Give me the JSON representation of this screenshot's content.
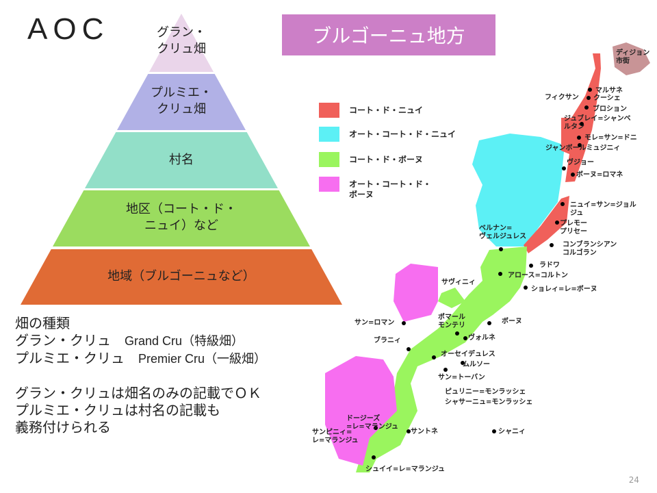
{
  "title": "AOC",
  "region_title": "ブルゴーニュ地方",
  "pyramid": [
    {
      "label": "グラン・\nクリュ畑",
      "color": "#ead5ea"
    },
    {
      "label": "プルミエ・\nクリュ畑",
      "color": "#b1b1e6"
    },
    {
      "label": "村名",
      "color": "#92dfc8"
    },
    {
      "label": "地区（コート・ド・\nニュイ）など",
      "color": "#9bdc5f"
    },
    {
      "label": "地域（ブルゴーニュなど）",
      "color": "#e06b35"
    }
  ],
  "notes": {
    "heading": "畑の種類",
    "grand_ja": "グラン・クリュ",
    "grand_en": "Grand Cru（特級畑）",
    "premier_ja": "プルミエ・クリュ",
    "premier_en": "Premier Cru（一級畑）",
    "line1": "グラン・クリュは畑名のみの記載でＯＫ",
    "line2": "プルミエ・クリュは村名の記載も",
    "line3": "義務付けられる"
  },
  "legend": [
    {
      "label": "コート・ド・ニュイ",
      "color": "#f0605a"
    },
    {
      "label": "オート・コート・ド・ニュイ",
      "color": "#5cf0f5"
    },
    {
      "label": "コート・ド・ボーヌ",
      "color": "#9af55e"
    },
    {
      "label": "オート・コート・ド・\nボーヌ",
      "color": "#f76ef0"
    }
  ],
  "map_labels": [
    "ディジョン\n市街",
    "マルサネ",
    "フィクサン",
    "クーシェ",
    "ブロション",
    "ジュブレイ=シャンベ\nルタン",
    "モレ=サン=ドニ",
    "ジャンボールミュジニィ",
    "ヴジョー",
    "ボーヌ=ロマネ",
    "ニュイ=サン=ジョル\nジュ",
    "プレモー\nプリセー",
    "ベルナン=\nヴェルジュレス",
    "コンブランシアン\nコルゴラン",
    "ラドワ",
    "アロース=コルトン",
    "サヴィニィ",
    "ショレィ=レ=ボーヌ",
    "サン=ロマン",
    "ポマール\nモンテリ",
    "ボーヌ",
    "ヴォルネ",
    "ブラニィ",
    "オーセイデュレス",
    "ムルソー",
    "サン=トーバン",
    "ピュリニー=モンラッシェ",
    "シャサーニュ=モンラッシェ",
    "ドージーズ\n=レ=マランジュ",
    "サンピニィ=\nレ=マランジュ",
    "サントネ",
    "シャニィ",
    "シュイイ=レ=マランジュ"
  ],
  "page_number": "24"
}
